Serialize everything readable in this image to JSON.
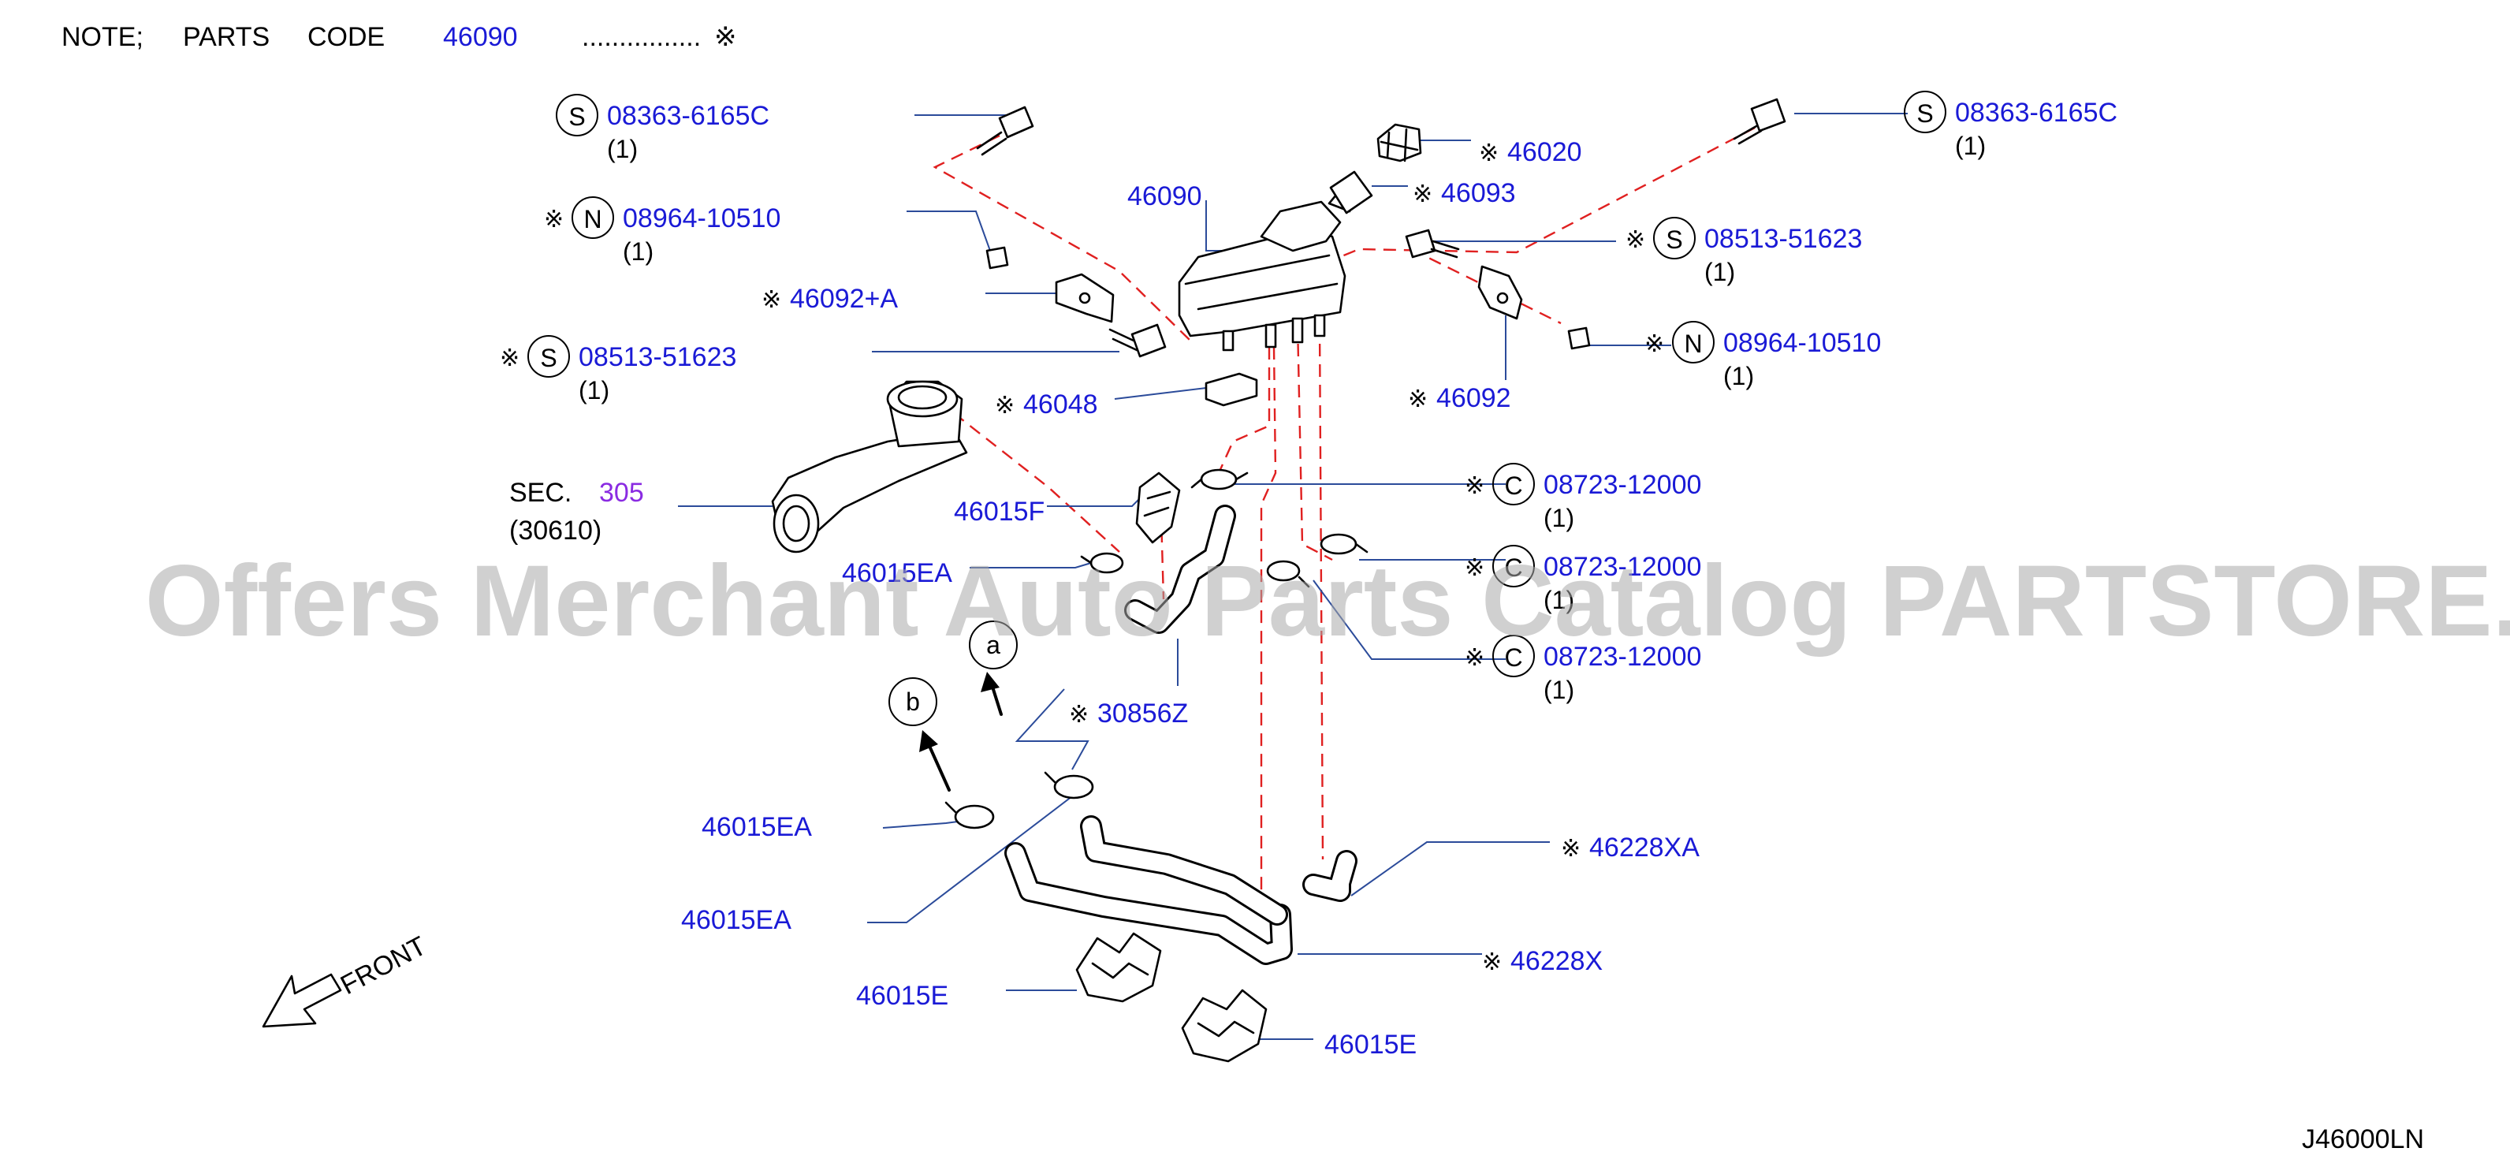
{
  "note": {
    "prefix": "NOTE;",
    "parts": "PARTS",
    "code": "CODE",
    "code_value": "46090",
    "dots": "................",
    "symbol": "※"
  },
  "watermark": "Offers Merchant Auto Parts Catalog PARTSTORE.SA",
  "diagram_id": "J46000LN",
  "front_label": "FRONT",
  "section": {
    "prefix": "SEC.",
    "number": "305",
    "sub": "(30610)"
  },
  "callouts": [
    {
      "id": "c1",
      "mark": "",
      "badge": "S",
      "code": "08363-6165C",
      "qty": "(1)"
    },
    {
      "id": "c2",
      "mark": "※",
      "badge": "N",
      "code": "08964-10510",
      "qty": "(1)"
    },
    {
      "id": "c3",
      "mark": "※",
      "badge": "",
      "code": "46092+A",
      "qty": ""
    },
    {
      "id": "c4",
      "mark": "※",
      "badge": "S",
      "code": "08513-51623",
      "qty": "(1)"
    },
    {
      "id": "c5",
      "mark": "※",
      "badge": "",
      "code": "46048",
      "qty": ""
    },
    {
      "id": "c6",
      "mark": "",
      "badge": "",
      "code": "46015F",
      "qty": ""
    },
    {
      "id": "c7",
      "mark": "",
      "badge": "",
      "code": "46015EA",
      "qty": ""
    },
    {
      "id": "c8",
      "mark": "※",
      "badge": "",
      "code": "30856Z",
      "qty": ""
    },
    {
      "id": "c9",
      "mark": "",
      "badge": "",
      "code": "46090",
      "qty": ""
    },
    {
      "id": "c10",
      "mark": "※",
      "badge": "",
      "code": "46020",
      "qty": ""
    },
    {
      "id": "c11",
      "mark": "※",
      "badge": "",
      "code": "46093",
      "qty": ""
    },
    {
      "id": "c12",
      "mark": "",
      "badge": "S",
      "code": "08363-6165C",
      "qty": "(1)"
    },
    {
      "id": "c13",
      "mark": "※",
      "badge": "S",
      "code": "08513-51623",
      "qty": "(1)"
    },
    {
      "id": "c14",
      "mark": "※",
      "badge": "N",
      "code": "08964-10510",
      "qty": "(1)"
    },
    {
      "id": "c15",
      "mark": "※",
      "badge": "",
      "code": "46092",
      "qty": ""
    },
    {
      "id": "c16",
      "mark": "※",
      "badge": "C",
      "code": "08723-12000",
      "qty": "(1)"
    },
    {
      "id": "c17",
      "mark": "※",
      "badge": "C",
      "code": "08723-12000",
      "qty": "(1)"
    },
    {
      "id": "c18",
      "mark": "※",
      "badge": "C",
      "code": "08723-12000",
      "qty": "(1)"
    },
    {
      "id": "c19",
      "mark": "",
      "badge": "",
      "code": "46015EA",
      "qty": ""
    },
    {
      "id": "c20",
      "mark": "",
      "badge": "",
      "code": "46015EA",
      "qty": ""
    },
    {
      "id": "c21",
      "mark": "※",
      "badge": "",
      "code": "46228XA",
      "qty": ""
    },
    {
      "id": "c22",
      "mark": "※",
      "badge": "",
      "code": "46228X",
      "qty": ""
    },
    {
      "id": "c23",
      "mark": "",
      "badge": "",
      "code": "46015E",
      "qty": ""
    },
    {
      "id": "c24",
      "mark": "",
      "badge": "",
      "code": "46015E",
      "qty": ""
    }
  ],
  "refs": [
    {
      "id": "a",
      "letter": "a"
    },
    {
      "id": "b",
      "letter": "b"
    }
  ]
}
